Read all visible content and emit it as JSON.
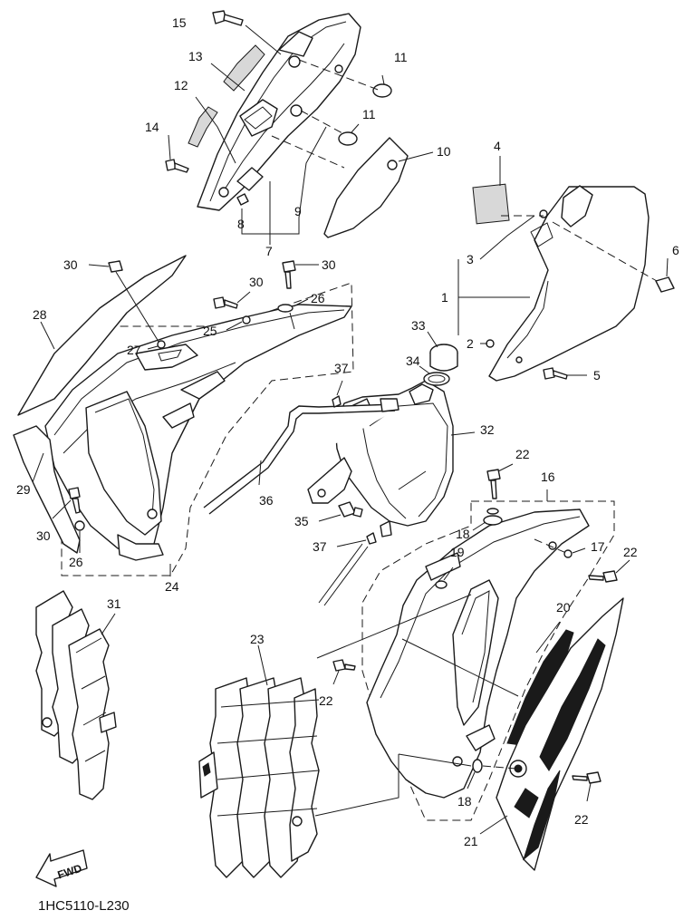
{
  "diagram": {
    "drawing_code": "1HC5110-L230",
    "fwd_label": "FWD",
    "callouts": {
      "c1": "1",
      "c2": "2",
      "c3": "3",
      "c4": "4",
      "c5": "5",
      "c6": "6",
      "c7": "7",
      "c8": "8",
      "c9": "9",
      "c10": "10",
      "c11a": "11",
      "c11b": "11",
      "c12": "12",
      "c13": "13",
      "c14": "14",
      "c15": "15",
      "c16": "16",
      "c17": "17",
      "c18a": "18",
      "c18b": "18",
      "c19": "19",
      "c20": "20",
      "c21": "21",
      "c22a": "22",
      "c22b": "22",
      "c22c": "22",
      "c22d": "22",
      "c23": "23",
      "c24": "24",
      "c25": "25",
      "c26a": "26",
      "c26b": "26",
      "c27": "27",
      "c28": "28",
      "c29": "29",
      "c30a": "30",
      "c30b": "30",
      "c30c": "30",
      "c30d": "30",
      "c31": "31",
      "c32": "32",
      "c33": "33",
      "c34": "34",
      "c35": "35",
      "c36": "36",
      "c37a": "37",
      "c37b": "37"
    }
  }
}
